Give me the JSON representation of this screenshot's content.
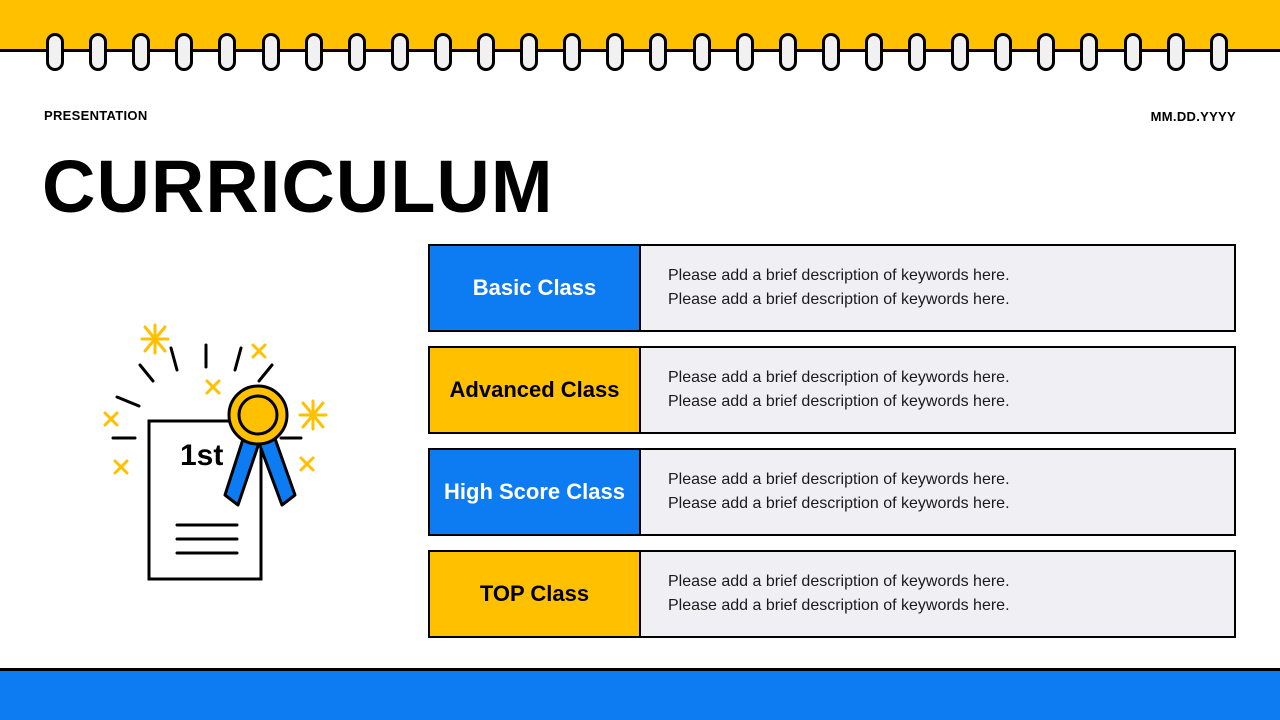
{
  "header": {
    "eyebrow": "PRESENTATION",
    "date": "MM.DD.YYYY"
  },
  "title": "CURRICULUM",
  "illustration": {
    "icon": "certificate-award-icon",
    "badge_text": "1st"
  },
  "classes": [
    {
      "label": "Basic Class",
      "color": "#0d7cf2",
      "desc_line1": "Please add a brief description of keywords here.",
      "desc_line2": "Please add a brief description of keywords here."
    },
    {
      "label": "Advanced Class",
      "color": "#ffc000",
      "desc_line1": "Please add a brief description of keywords here.",
      "desc_line2": "Please add a brief description of keywords here."
    },
    {
      "label": "High Score Class",
      "color": "#0d7cf2",
      "desc_line1": "Please add a brief description of keywords here.",
      "desc_line2": "Please add a brief description of keywords here."
    },
    {
      "label": "TOP Class",
      "color": "#ffc000",
      "desc_line1": "Please add a brief description of keywords here.",
      "desc_line2": "Please add a brief description of keywords here."
    }
  ],
  "colors": {
    "yellow": "#ffc000",
    "blue": "#0d7cf2",
    "panel": "#f0eff4"
  }
}
